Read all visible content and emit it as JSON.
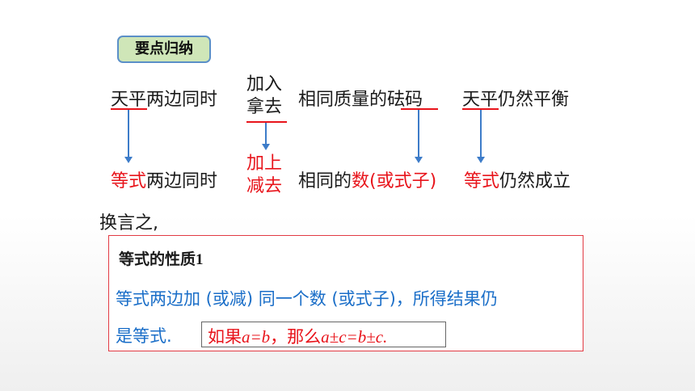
{
  "badge": "要点归纳",
  "row1": {
    "a": "天平",
    "b": "两边同时",
    "stack_top": "加入",
    "stack_bottom": "拿去",
    "c": "相同质量的",
    "d": "砝码",
    "e": "天平",
    "f": "仍然平衡"
  },
  "row2": {
    "a": "等式",
    "b": "两边同时",
    "stack_top": "加上",
    "stack_bottom": "减去",
    "c": "相同的",
    "d": "数(或式子)",
    "e": "等式",
    "f": "仍然成立"
  },
  "transition": "换言之,",
  "property": {
    "title": "等式的性质1",
    "line1": "等式两边加  (或减) 同一个数  (或式子)，所得结果仍",
    "line2": "是等式.",
    "formula": {
      "prefix": "如果",
      "cond": "a=b",
      "mid": "，那么",
      "result": "a±c=b±c."
    }
  }
}
